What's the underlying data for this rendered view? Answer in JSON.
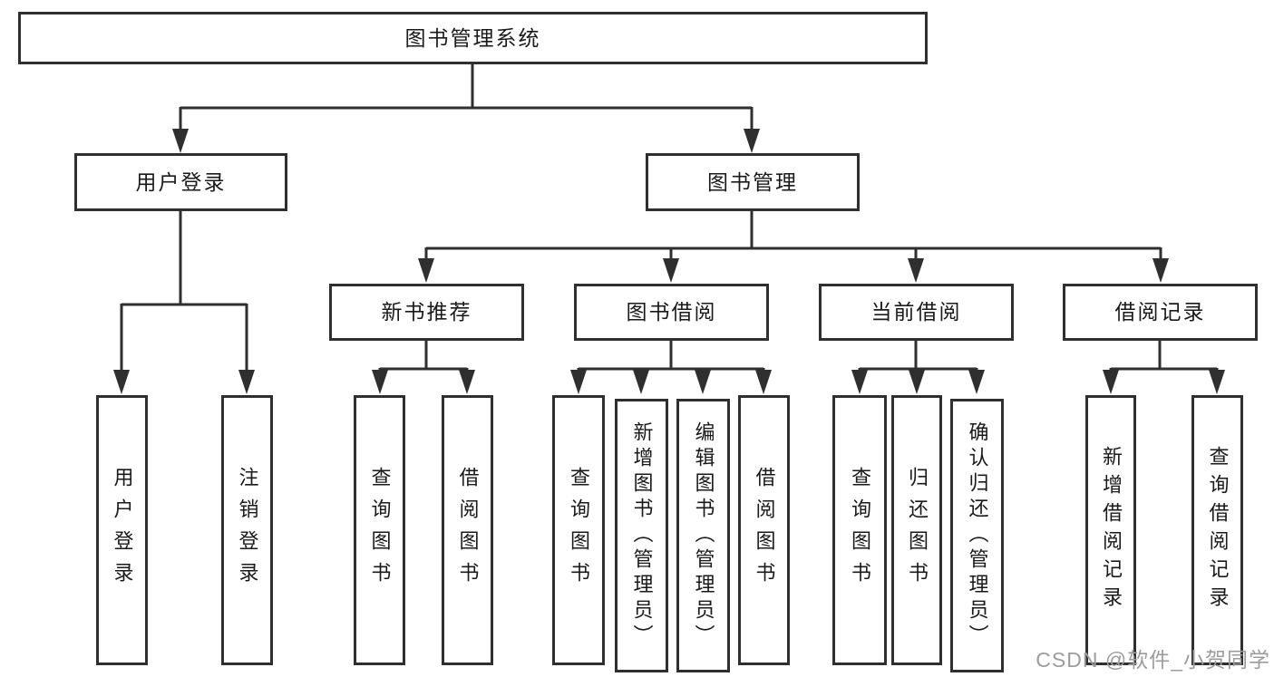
{
  "diagram": {
    "title_node": {
      "label": "图书管理系统"
    },
    "level2": [
      {
        "label": "用户登录"
      },
      {
        "label": "图书管理"
      }
    ],
    "level3": [
      {
        "label": "新书推荐"
      },
      {
        "label": "图书借阅"
      },
      {
        "label": "当前借阅"
      },
      {
        "label": "借阅记录"
      }
    ],
    "leaves": {
      "user_login": [
        "用户登录",
        "注销登录"
      ],
      "new_books": [
        "查询图书",
        "借阅图书"
      ],
      "book_borrow": [
        "查询图书",
        "新增图书（管理员）",
        "编辑图书（管理员）",
        "借阅图书"
      ],
      "current_borrow": [
        "查询图书",
        "归还图书",
        "确认归还（管理员）"
      ],
      "borrow_records": [
        "新增借阅记录",
        "查询借阅记录"
      ]
    }
  },
  "watermark": {
    "text": "CSDN @软件_小贺同学"
  },
  "colors": {
    "line": "#2f2f2f",
    "box_border": "#2f2f2f",
    "text": "#1a1a1a",
    "watermark": "#9c9c9c",
    "background": "#ffffff"
  }
}
